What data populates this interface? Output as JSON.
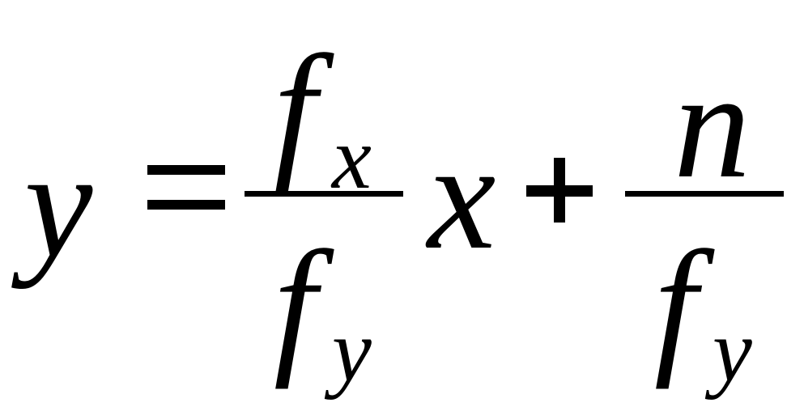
{
  "equation": {
    "lhs": "y",
    "equals": "=",
    "term1": {
      "numerator": {
        "base": "f",
        "subscript": "x"
      },
      "denominator": {
        "base": "f",
        "subscript": "y"
      },
      "multiplier": "x"
    },
    "plus": "+",
    "term2": {
      "numerator": "n",
      "denominator": {
        "base": "f",
        "subscript": "y"
      }
    }
  },
  "colors": {
    "ink": "#000000",
    "background": "#ffffff"
  }
}
